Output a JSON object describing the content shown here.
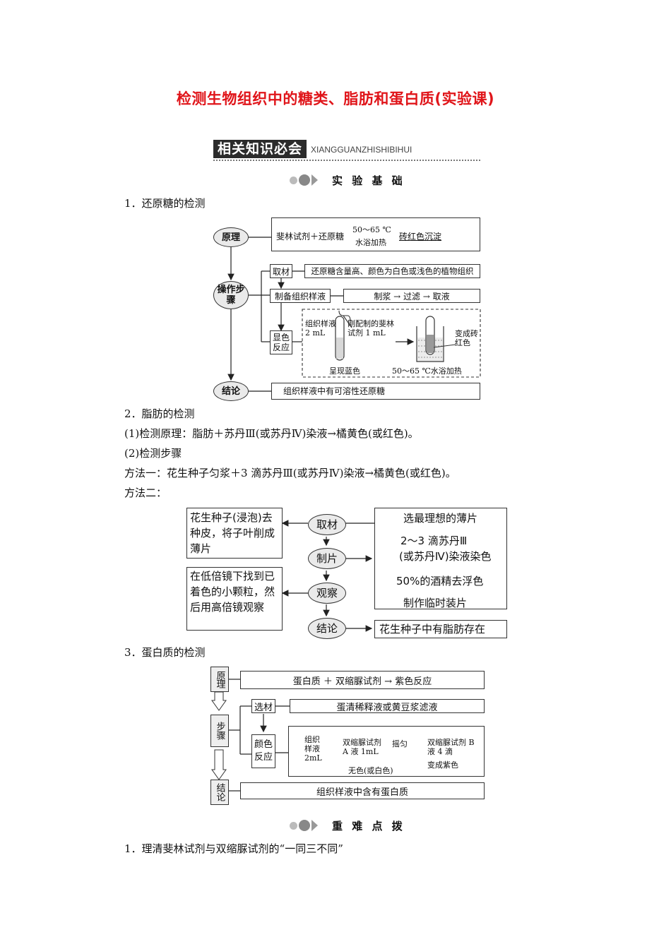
{
  "title": "检测生物组织中的糖类、脂肪和蛋白质(实验课)",
  "knowledge_banner": {
    "label": "相关知识必会",
    "pinyin": "XIANGGUANZHISHIBIHUI"
  },
  "section_basics": "实 验 基 础",
  "section_key": "重 难 点 拨",
  "s1": {
    "heading": "1．还原糖的检测",
    "principle": "原理",
    "principle_text": "斐林试剂＋还原糖",
    "arrow_top": "50～65 ℃",
    "arrow_bottom": "水浴加热",
    "principle_result": "砖红色沉淀",
    "steps": "操作步骤",
    "material": "取材",
    "material_text": "还原糖含量高、颜色为白色或浅色的植物组织",
    "prepare": "制备组织样液",
    "prepare_flow": "制浆 → 过滤 → 取液",
    "color": "显色反应",
    "tube1_label": "组织样液 2 mL",
    "tube2_label": "刚配制的斐林试剂 1 mL",
    "tube_left_caption": "呈现蓝色",
    "tube_right_caption": "50～65 ℃水浴加热",
    "tube_result": "变成砖红色",
    "conclusion": "结论",
    "conclusion_text": "组织样液中有可溶性还原糖"
  },
  "s2": {
    "heading": "2．脂肪的检测",
    "p1": "(1)检测原理：脂肪＋苏丹Ⅲ(或苏丹Ⅳ)染液→橘黄色(或红色)。",
    "p2": "(2)检测步骤",
    "p3": "方法一：花生种子匀浆＋3 滴苏丹Ⅲ(或苏丹Ⅳ)染液→橘黄色(或红色)。",
    "p4": "方法二：",
    "left_top": "花生种子(浸泡)去种皮，将子叶削成薄片",
    "left_bottom": "在低倍镜下找到已着色的小颗粒，然后用高倍镜观察",
    "oval1": "取材",
    "oval2": "制片",
    "oval3": "观察",
    "oval4": "结论",
    "right_1": "选最理想的薄片",
    "right_2": "2～3 滴苏丹Ⅲ",
    "right_3": "(或苏丹Ⅳ)染液染色",
    "right_4": "50%的酒精去浮色",
    "right_5": "制作临时装片",
    "conclusion_text": "花生种子中有脂肪存在"
  },
  "s3": {
    "heading": "3．蛋白质的检测",
    "principle": "原理",
    "principle_text": "蛋白质 ＋ 双缩脲试剂 → 紫色反应",
    "steps": "步骤",
    "material": "选材",
    "material_text": "蛋清稀释液或黄豆浆滤液",
    "color": "颜色反应",
    "tube_label": "组织样液 2mL",
    "reagent_a": "双缩脲试剂 A 液 1mL",
    "shake": "摇匀",
    "reagent_b": "双缩脲试剂 B 液 4 滴",
    "caption_left": "无色(或白色)",
    "caption_right": "变成紫色",
    "conclusion": "结论",
    "conclusion_text": "组织样液中含有蛋白质"
  },
  "s4": {
    "heading": "1．理清斐林试剂与双缩脲试剂的“一同三不同”"
  }
}
